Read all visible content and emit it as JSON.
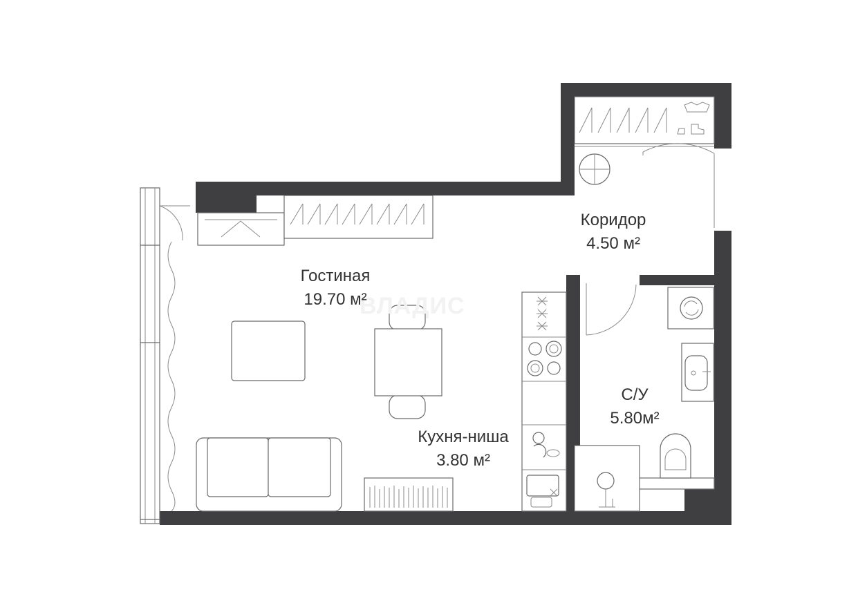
{
  "rooms": {
    "living": {
      "name": "Гостиная",
      "area": "19.70 м²"
    },
    "corridor": {
      "name": "Коридор",
      "area": "4.50 м²"
    },
    "bathroom": {
      "name": "С/У",
      "area": "5.80м²"
    },
    "kitchen": {
      "name": "Кухня-ниша",
      "area": "3.80 м²"
    }
  },
  "watermark": "ВЛАДИС",
  "colors": {
    "wall": "#3f3f41",
    "line": "#6a6a6a",
    "background": "#ffffff"
  }
}
